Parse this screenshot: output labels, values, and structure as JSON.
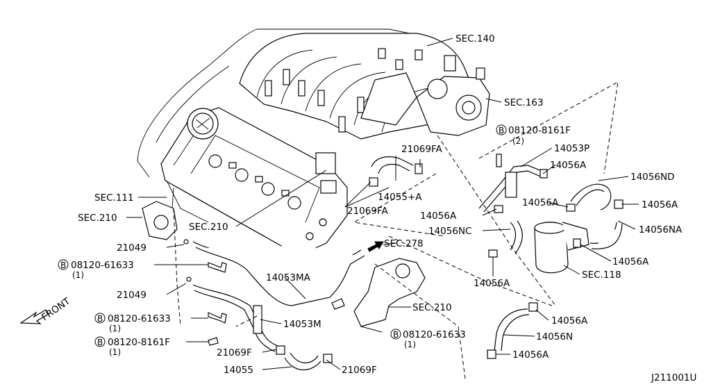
{
  "labels": {
    "sec140": "SEC.140",
    "sec163": "SEC.163",
    "sec111": "SEC.111",
    "sec210_left": "SEC.210",
    "sec210_mid": "SEC.210",
    "sec210_right": "SEC.210",
    "sec278": "SEC.278",
    "sec118": "SEC.118",
    "p21069fa_top": "21069FA",
    "p21069fa_bot": "21069FA",
    "p14055a": "14055+A",
    "p08120_8161f_top": "08120-8161F",
    "p08120_8161f_top_qty": "(2)",
    "p14053p": "14053P",
    "p14056a_1": "14056A",
    "p14056nd": "14056ND",
    "p14056a_2": "14056A",
    "p14056a_3": "14056A",
    "p14056a_4": "14056A",
    "p14056nc": "14056NC",
    "p14056na": "14056NA",
    "p14056a_5": "14056A",
    "p14056a_6": "14056A",
    "p21049_1": "21049",
    "p08120_61633_1": "08120-61633",
    "p08120_61633_1_qty": "(1)",
    "p14053ma": "14053MA",
    "p21049_2": "21049",
    "p08120_61633_2": "08120-61633",
    "p08120_61633_2_qty": "(1)",
    "p14053m": "14053M",
    "p08120_8161f_bot": "08120-8161F",
    "p08120_8161f_bot_qty": "(1)",
    "p21069f_1": "21069F",
    "p14055": "14055",
    "p21069f_2": "21069F",
    "p08120_61633_3": "08120-61633",
    "p08120_61633_3_qty": "(1)",
    "p14056a_7": "14056A",
    "p14056n": "14056N",
    "p14056a_8": "14056A",
    "front": "FRONT",
    "bolt_symbol": "B",
    "drawing_code": "J211001U"
  }
}
